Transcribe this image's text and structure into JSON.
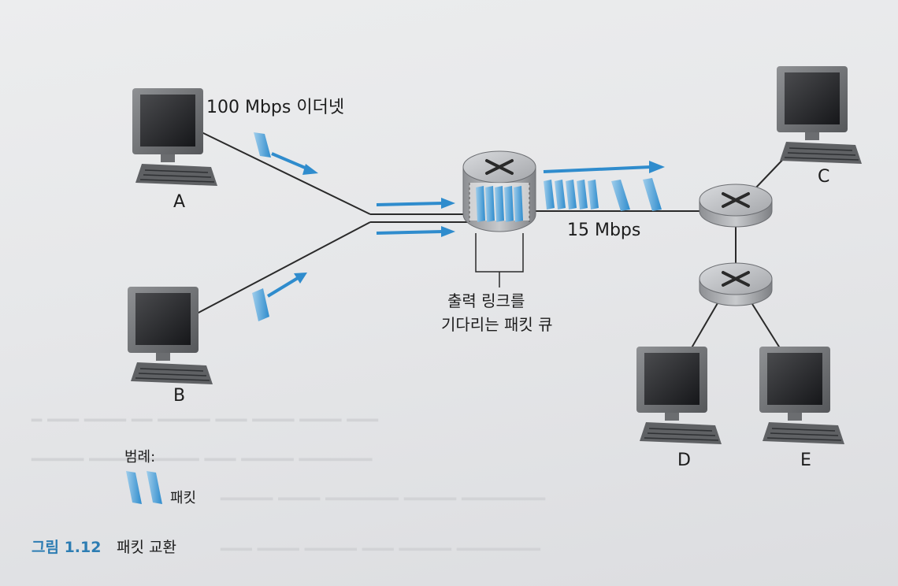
{
  "diagram": {
    "hosts": {
      "a": "A",
      "b": "B",
      "c": "C",
      "d": "D",
      "e": "E"
    },
    "links": {
      "ethernet": "100 Mbps 이더넷",
      "output_rate": "15 Mbps"
    },
    "queue_label_line1": "출력 링크를",
    "queue_label_line2": "기다리는 패킷 큐",
    "legend": {
      "title": "범례:",
      "packet": "패킷"
    },
    "caption": {
      "number": "그림 1.12",
      "title": "패킷 교환"
    }
  },
  "colors": {
    "packet": "#2f8ccd",
    "packet_light": "#9fcdeb",
    "arrow": "#2f8ccd",
    "caption_accent": "#2d7db3"
  }
}
